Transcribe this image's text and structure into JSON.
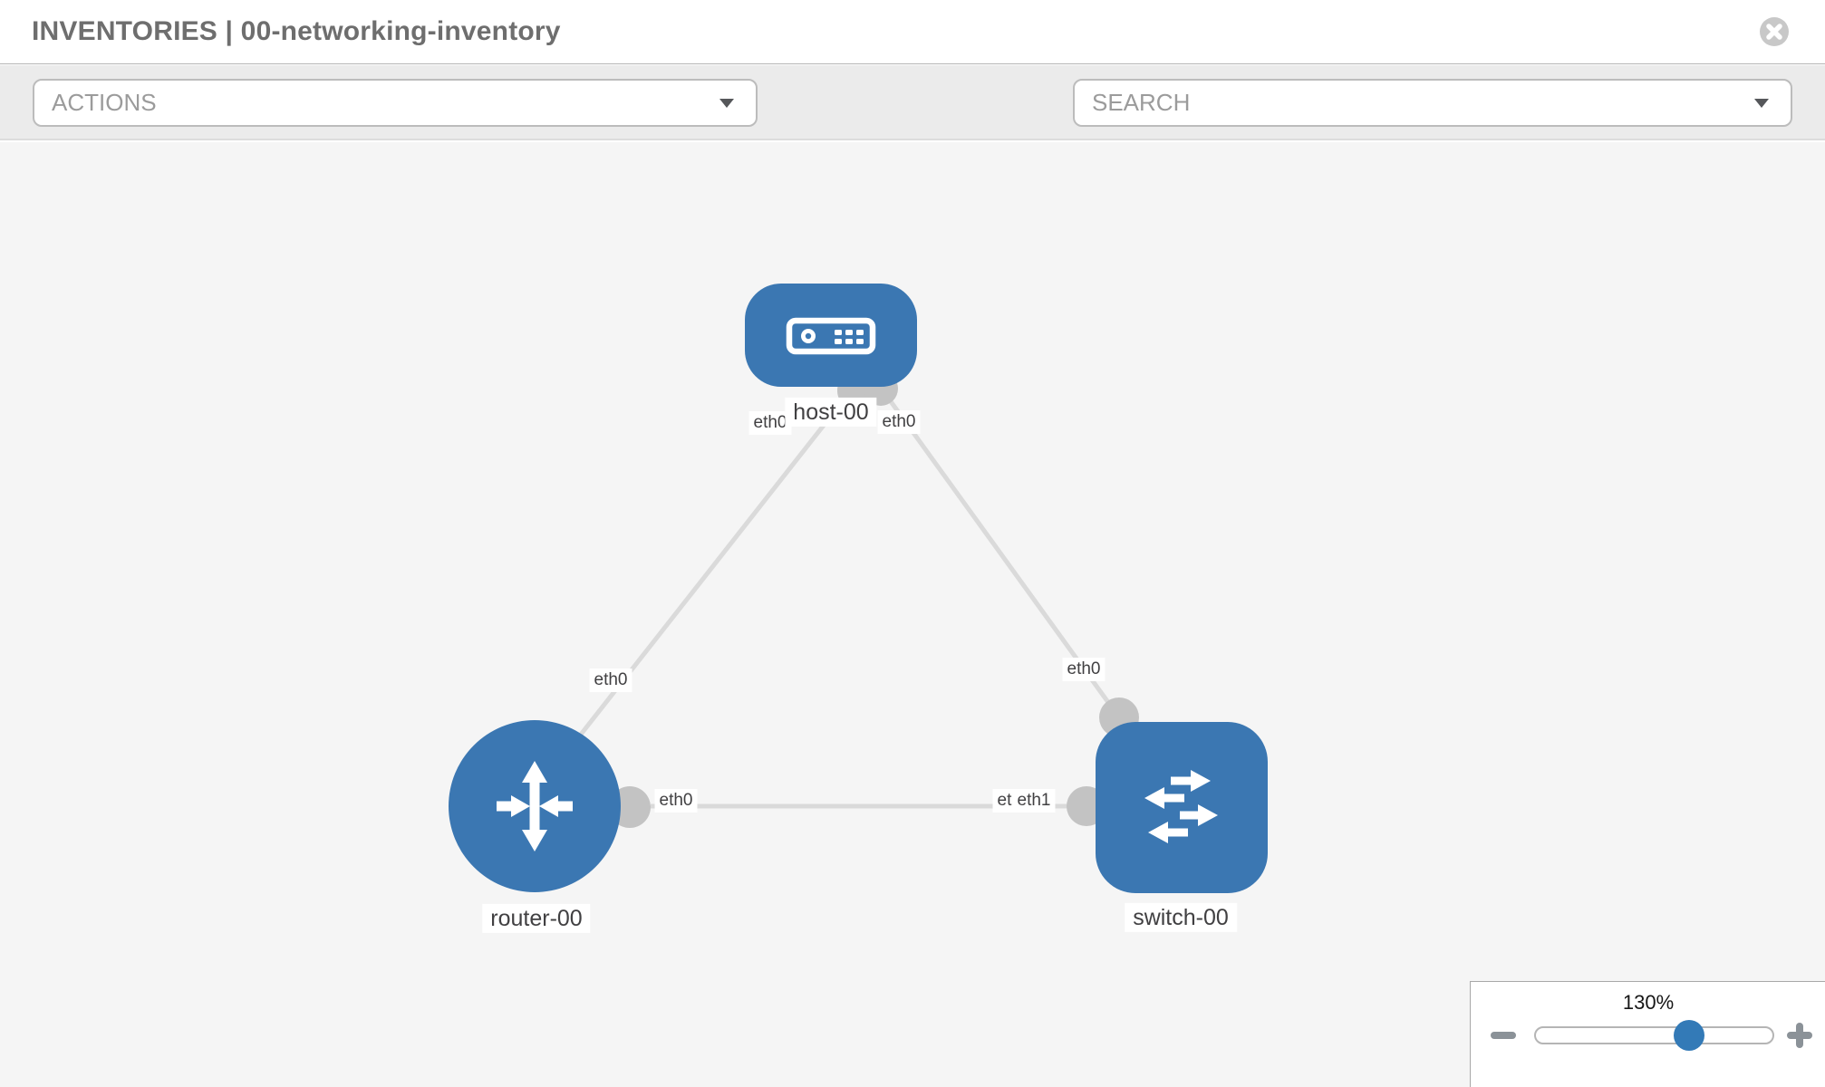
{
  "window": {
    "title": "INVENTORIES | 00-networking-inventory"
  },
  "toolbar": {
    "actions": {
      "placeholder": "ACTIONS"
    },
    "search": {
      "placeholder": "SEARCH"
    }
  },
  "topology": {
    "nodes": [
      {
        "id": "host-00",
        "type": "host",
        "label": "host-00"
      },
      {
        "id": "router-00",
        "type": "router",
        "label": "router-00"
      },
      {
        "id": "switch-00",
        "type": "switch",
        "label": "switch-00"
      }
    ],
    "links": [
      {
        "from": "host-00",
        "from_if": "eth0",
        "to": "router-00",
        "to_if": "eth0"
      },
      {
        "from": "host-00",
        "from_if": "eth0",
        "to": "switch-00",
        "to_if": "eth0"
      },
      {
        "from": "router-00",
        "from_if": "eth0",
        "to": "switch-00",
        "to_if": "eth1"
      }
    ],
    "iface_labels": {
      "host_left": "eth0",
      "host_right": "eth0",
      "router_link": "eth0",
      "router_right": "eth0",
      "switch_left_behind": "eth0",
      "switch_left_front": "eth1",
      "switch_top": "eth0"
    }
  },
  "zoom_control": {
    "level": "130%"
  },
  "icons": [
    "wrench-icon",
    "key-icon",
    "close-icon",
    "caret-down-icon",
    "zoom-out-icon",
    "zoom-in-icon",
    "host-icon",
    "router-icon",
    "switch-icon"
  ],
  "colors": {
    "node_blue": "#3b77b2",
    "accent_blue": "#337ab7",
    "link_gray": "#dadada",
    "iface_gray": "#c3c3c3",
    "toolbar_bg": "#ebebeb",
    "canvas_bg": "#f5f5f5"
  }
}
